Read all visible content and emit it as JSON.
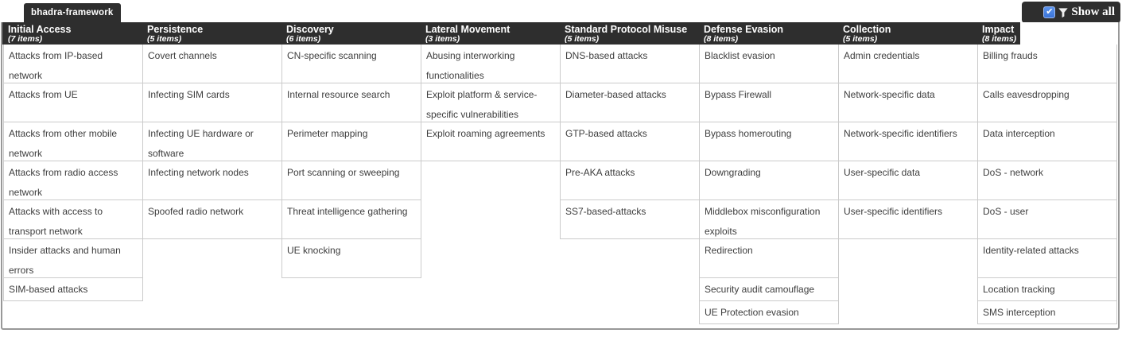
{
  "tab": {
    "label": "bhadra-framework"
  },
  "controls": {
    "show_all_label": "Show all",
    "checkbox_checked": true,
    "checkmark_glyph": "✔",
    "filter_icon": "funnel"
  },
  "colors": {
    "header_bg": "#2e2e2e",
    "cell_border": "#cbcbcb",
    "panel_border": "#989898",
    "checkbox_blue": "#3a73d8",
    "cell_text": "#3d3d3d"
  },
  "matrix": {
    "columns": [
      {
        "name": "Initial Access",
        "count_label": "(7 items)",
        "items": [
          "Attacks from IP-based network",
          "Attacks from UE",
          "Attacks from other mobile network",
          "Attacks from radio access network",
          "Attacks with access to transport network",
          "Insider attacks and human errors",
          "SIM-based attacks"
        ]
      },
      {
        "name": "Persistence",
        "count_label": "(5 items)",
        "items": [
          "Covert channels",
          "Infecting SIM cards",
          "Infecting UE hardware or software",
          "Infecting network nodes",
          "Spoofed radio network"
        ]
      },
      {
        "name": "Discovery",
        "count_label": "(6 items)",
        "items": [
          "CN-specific scanning",
          "Internal resource search",
          "Perimeter mapping",
          "Port scanning or sweeping",
          "Threat intelligence gathering",
          "UE knocking"
        ]
      },
      {
        "name": "Lateral Movement",
        "count_label": "(3 items)",
        "items": [
          "Abusing interworking functionalities",
          "Exploit platform & service-specific vulnerabilities",
          "Exploit roaming agreements"
        ]
      },
      {
        "name": "Standard Protocol Misuse",
        "count_label": "(5 items)",
        "items": [
          "DNS-based attacks",
          "Diameter-based attacks",
          "GTP-based attacks",
          "Pre-AKA attacks",
          "SS7-based-attacks"
        ]
      },
      {
        "name": "Defense Evasion",
        "count_label": "(8 items)",
        "items": [
          "Blacklist evasion",
          "Bypass Firewall",
          "Bypass homerouting",
          "Downgrading",
          "Middlebox misconfiguration exploits",
          "Redirection",
          "Security audit camouflage",
          "UE Protection evasion"
        ]
      },
      {
        "name": "Collection",
        "count_label": "(5 items)",
        "items": [
          "Admin credentials",
          "Network-specific data",
          "Network-specific identifiers",
          "User-specific data",
          "User-specific identifiers"
        ]
      },
      {
        "name": "Impact",
        "count_label": "(8 items)",
        "items": [
          "Billing frauds",
          "Calls eavesdropping",
          "Data interception",
          "DoS - network",
          "DoS - user",
          "Identity-related attacks",
          "Location tracking",
          "SMS interception"
        ]
      }
    ]
  }
}
